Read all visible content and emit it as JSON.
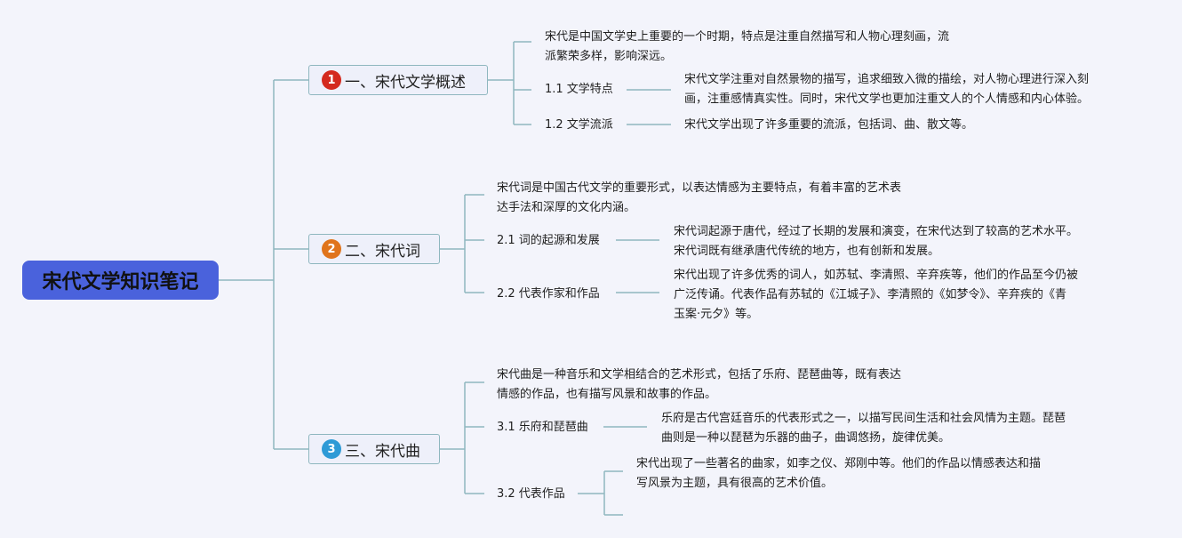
{
  "root": {
    "title": "宋代文学知识笔记"
  },
  "branches": [
    {
      "number": "1",
      "badge_color": "#d42a1e",
      "title": "一、宋代文学概述",
      "intro": [
        "宋代是中国文学史上重要的一个时期，特点是注重自然描写和人物心理刻画，流",
        "派繁荣多样，影响深远。"
      ],
      "subs": [
        {
          "label": "1.1 文学特点",
          "detail": [
            "宋代文学注重对自然景物的描写，追求细致入微的描绘，对人物心理进行深入刻",
            "画，注重感情真实性。同时，宋代文学也更加注重文人的个人情感和内心体验。"
          ]
        },
        {
          "label": "1.2 文学流派",
          "detail": [
            "宋代文学出现了许多重要的流派，包括词、曲、散文等。"
          ]
        }
      ]
    },
    {
      "number": "2",
      "badge_color": "#e0741b",
      "title": "二、宋代词",
      "intro": [
        "宋代词是中国古代文学的重要形式，以表达情感为主要特点，有着丰富的艺术表",
        "达手法和深厚的文化内涵。"
      ],
      "subs": [
        {
          "label": "2.1 词的起源和发展",
          "detail": [
            "宋代词起源于唐代，经过了长期的发展和演变，在宋代达到了较高的艺术水平。",
            "宋代词既有继承唐代传统的地方，也有创新和发展。"
          ]
        },
        {
          "label": "2.2 代表作家和作品",
          "detail": [
            "宋代出现了许多优秀的词人，如苏轼、李清照、辛弃疾等，他们的作品至今仍被",
            "广泛传诵。代表作品有苏轼的《江城子》、李清照的《如梦令》、辛弃疾的《青",
            "玉案·元夕》等。"
          ]
        }
      ]
    },
    {
      "number": "3",
      "badge_color": "#2e9ad6",
      "title": "三、宋代曲",
      "intro": [
        "宋代曲是一种音乐和文学相结合的艺术形式，包括了乐府、琵琶曲等，既有表达",
        "情感的作品，也有描写风景和故事的作品。"
      ],
      "subs": [
        {
          "label": "3.1 乐府和琵琶曲",
          "detail": [
            "乐府是古代宫廷音乐的代表形式之一，以描写民间生活和社会风情为主题。琵琶",
            "曲则是一种以琵琶为乐器的曲子，曲调悠扬，旋律优美。"
          ]
        },
        {
          "label": "3.2 代表作品",
          "detail": [
            "宋代出现了一些著名的曲家，如李之仪、郑刚中等。他们的作品以情感表达和描",
            "写风景为主题，具有很高的艺术价值。"
          ]
        }
      ]
    }
  ]
}
